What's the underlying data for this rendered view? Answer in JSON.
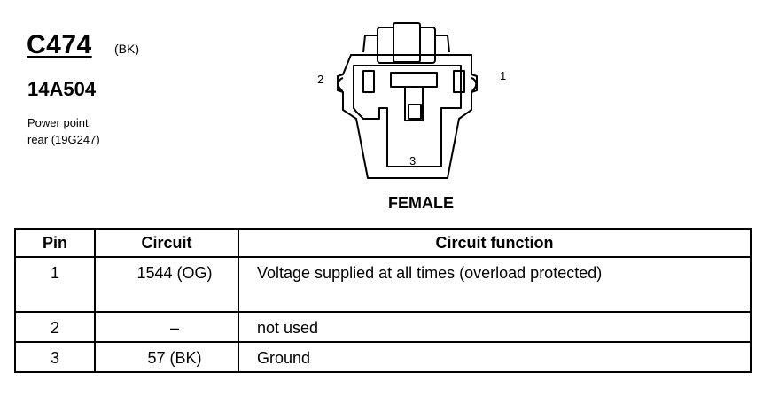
{
  "header": {
    "connector_id": "C474",
    "color_code": "(BK)",
    "part_number": "14A504",
    "description_line1": "Power point,",
    "description_line2": "rear (19G247)"
  },
  "diagram": {
    "pin_label_left": "2",
    "pin_label_right": "1",
    "pin_label_bottom": "3",
    "gender_label": "FEMALE"
  },
  "table": {
    "headers": {
      "pin": "Pin",
      "circuit": "Circuit",
      "function": "Circuit function"
    },
    "rows": [
      {
        "pin": "1",
        "circuit": "1544 (OG)",
        "function": "Voltage supplied at all times (overload protected)"
      },
      {
        "pin": "2",
        "circuit": "–",
        "function": "not used"
      },
      {
        "pin": "3",
        "circuit": "57 (BK)",
        "function": "Ground"
      }
    ]
  }
}
